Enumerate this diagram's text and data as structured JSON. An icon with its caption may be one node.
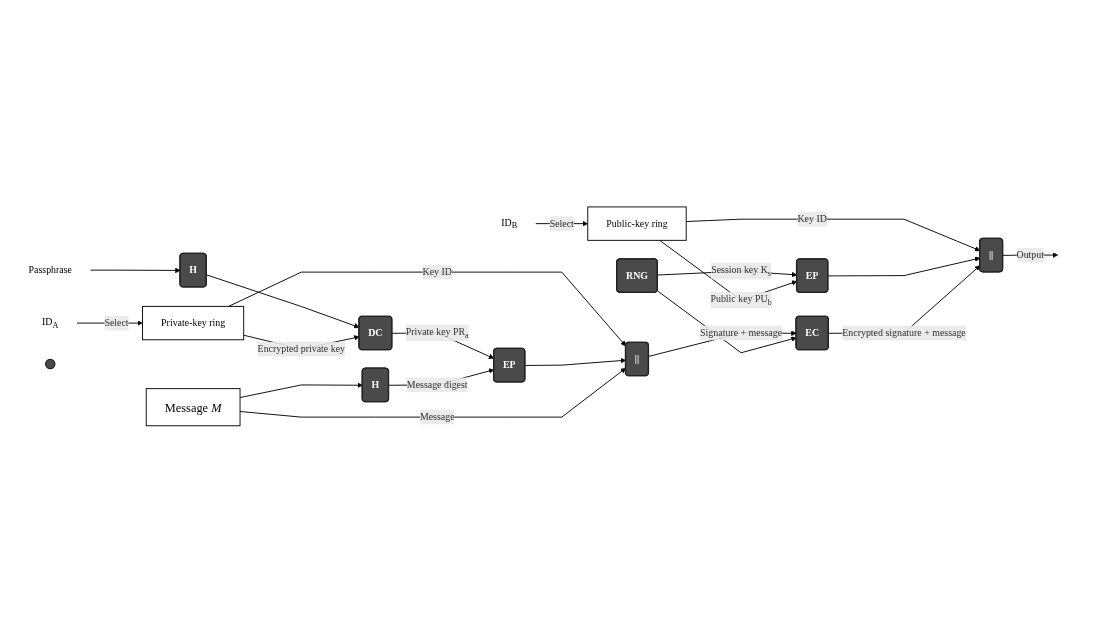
{
  "diagram": {
    "nodes": [
      {
        "text": [
          "Passphrase"
        ]
      },
      {
        "text": [
          "H"
        ]
      },
      {
        "text": [
          "ID$_{A}$"
        ]
      },
      {
        "text": [
          "Private-key ring"
        ]
      },
      {
        "text": [
          "DC"
        ]
      },
      {
        "text": [
          "Message *M*"
        ]
      },
      {
        "text": [
          "H"
        ]
      },
      {
        "text": [
          "EP"
        ]
      },
      {
        "text": [
          "||"
        ]
      },
      {
        "text": [
          "RNG"
        ]
      },
      {
        "text": [
          "ID$_{B}$"
        ]
      },
      {
        "text": [
          "Public-key ring"
        ]
      },
      {
        "text": [
          "EP"
        ]
      },
      {
        "text": [
          "EC"
        ]
      },
      {
        "text": [
          "||"
        ]
      },
      {
        "text": [],
        "shape": "circle"
      }
    ],
    "edges": [
      {
        "from": 0,
        "to": 1,
        "arrow": "to"
      },
      {
        "from": 1,
        "to": 4,
        "arrow": "to"
      },
      {
        "from": 2,
        "to": 3,
        "label": "Select",
        "arrow": "to"
      },
      {
        "from": 3,
        "to": 4,
        "label": "Encrypted private key",
        "arrow": "to"
      },
      {
        "from": 3,
        "to": 8,
        "label": "Key ID",
        "arrow": "to"
      },
      {
        "from": 4,
        "to": 7,
        "label": "Private key PR$_{a}$",
        "arrow": "to"
      },
      {
        "from": 5,
        "to": 6,
        "arrow": "to"
      },
      {
        "from": 6,
        "to": 7,
        "label": "Message digest",
        "arrow": "to"
      },
      {
        "from": 7,
        "to": 8,
        "arrow": "to"
      },
      {
        "from": 5,
        "to": 8,
        "label": "Message",
        "arrow": "to"
      },
      {
        "from": 8,
        "to": 13,
        "label": "Signature + message",
        "arrow": "to"
      },
      {
        "from": 9,
        "to": 12,
        "label": "Session key K$_{s}$",
        "arrow": "to"
      },
      {
        "from": 9,
        "to": 13,
        "arrow": "to"
      },
      {
        "from": 10,
        "to": 11,
        "label": "Select",
        "arrow": "to"
      },
      {
        "from": 11,
        "to": 12,
        "label": "Public key PU$_{b}$",
        "arrow": "to"
      },
      {
        "from": 11,
        "to": 14,
        "label": "Key ID",
        "arrow": "to"
      },
      {
        "from": 12,
        "to": 14,
        "arrow": "to"
      },
      {
        "from": 13,
        "to": 14,
        "label": "Encrypted signature + message",
        "arrow": "to"
      },
      {
        "from": 14,
        "to": null,
        "label": "Output",
        "arrow": "to"
      }
    ]
  }
}
